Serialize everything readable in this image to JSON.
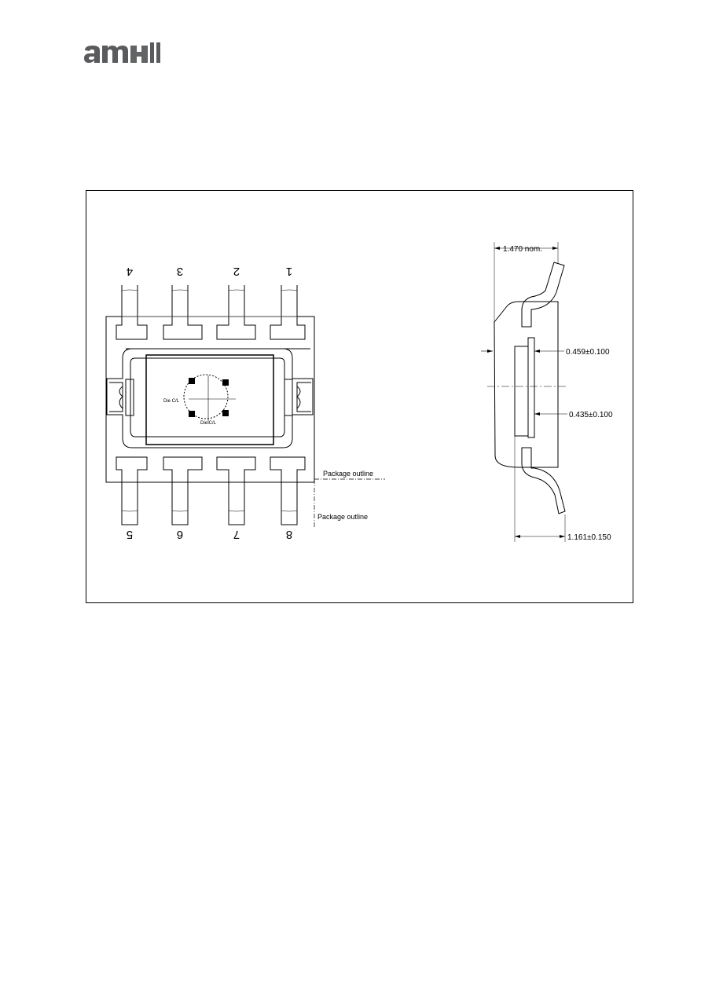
{
  "logo": {
    "text": "ams",
    "color": "#5a5b5d"
  },
  "top_view": {
    "pins_top": [
      "4",
      "3",
      "2",
      "1"
    ],
    "pins_bottom": [
      "5",
      "6",
      "7",
      "8"
    ],
    "die_label_1": "Die C/L",
    "die_label_2": "Die C/L",
    "package_outline_label_1": "Package outline",
    "package_outline_label_2": "Package outline"
  },
  "side_view": {
    "dim_width": "1.470 nom.",
    "dim_upper": "0.459±0.100",
    "dim_lower": "0.435±0.100",
    "dim_bottom": "1.161±0.150"
  }
}
